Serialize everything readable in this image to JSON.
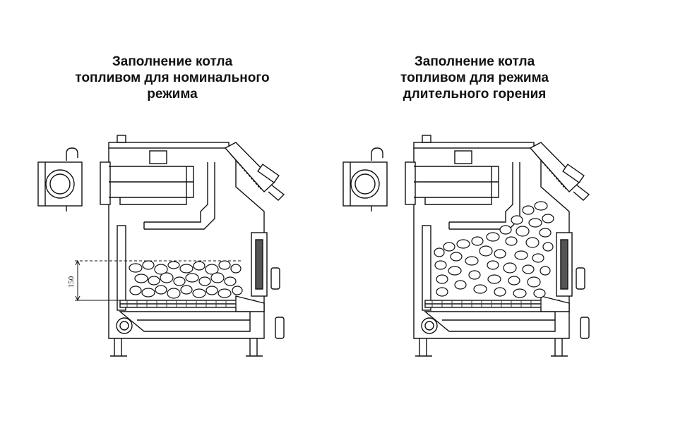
{
  "diagrams": [
    {
      "id": "nominal",
      "title_lines": [
        "Заполнение котла",
        "топливом для номинального",
        "режима"
      ],
      "dimension_label": "150"
    },
    {
      "id": "long-burning",
      "title_lines": [
        "Заполнение котла",
        "топливом для режима",
        "длительного горения"
      ]
    }
  ],
  "colors": {
    "line": "#111111",
    "fill": "#ffffff",
    "hatch": "#333333"
  }
}
